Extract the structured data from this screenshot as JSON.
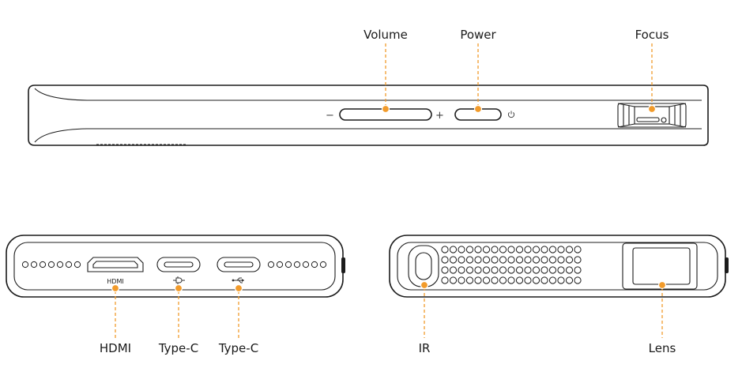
{
  "labels": {
    "volume": "Volume",
    "power": "Power",
    "focus": "Focus",
    "hdmi": "HDMI",
    "type_c_1": "Type-C",
    "type_c_2": "Type-C",
    "ir": "IR",
    "lens": "Lens"
  },
  "markings": {
    "hdmi_port": "HDMI",
    "volume_minus": "−",
    "volume_plus": "+"
  },
  "icons": {
    "power_symbol": "power-icon",
    "typec_power_symbol": "dc-power-icon",
    "typec_usb_symbol": "usb-icon"
  },
  "colors": {
    "accent": "#f29b2b",
    "outline": "#1c1c1c"
  }
}
